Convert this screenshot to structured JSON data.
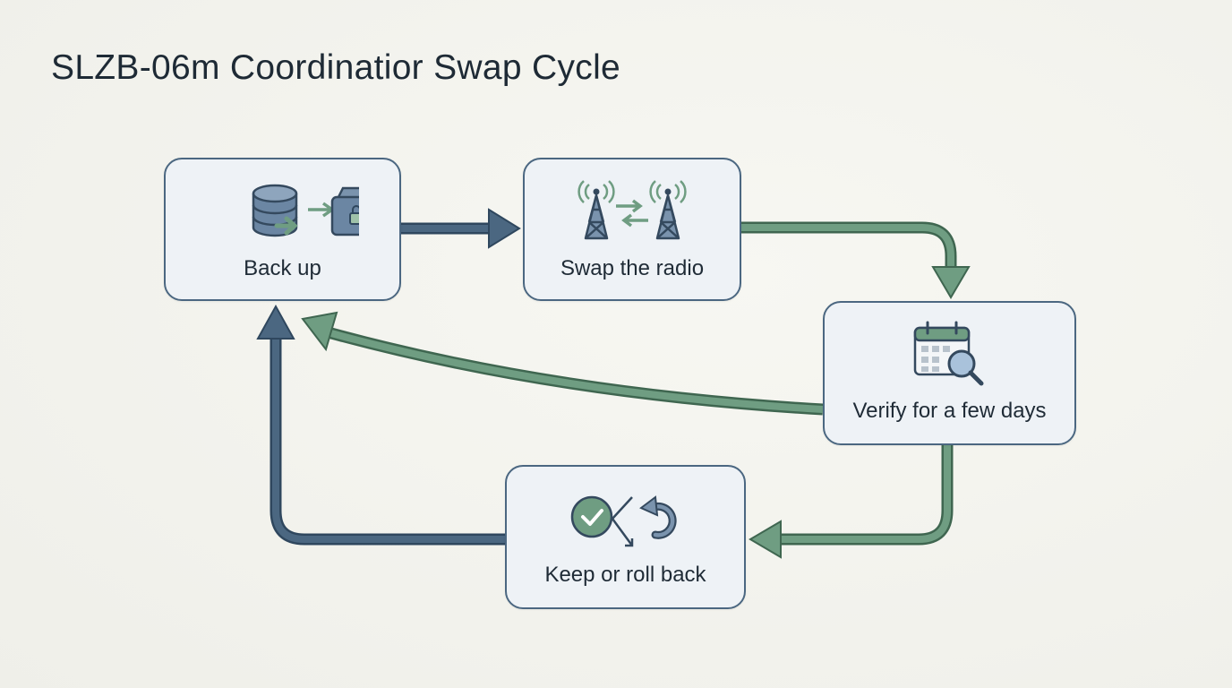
{
  "title": "SLZB-06m Coordinatior Swap Cycle",
  "colors": {
    "blue": "#4b6781",
    "green": "#6f9d82",
    "box_fill": "#eef2f6",
    "box_border": "#4b6781"
  },
  "nodes": {
    "backup": {
      "label": "Back up",
      "icons": [
        "database-icon",
        "arrow-right-icon",
        "locked-box-icon"
      ]
    },
    "swap": {
      "label": "Swap the radio",
      "icons": [
        "radio-tower-icon",
        "swap-arrows-icon",
        "radio-tower-icon"
      ]
    },
    "verify": {
      "label": "Verify for a few days",
      "icons": [
        "calendar-search-icon"
      ]
    },
    "keep": {
      "label": "Keep or roll back",
      "icons": [
        "checkmark-circle-icon",
        "branch-arrow-icon",
        "undo-icon"
      ]
    }
  },
  "edges": [
    {
      "from": "Back up",
      "to": "Swap the radio",
      "color": "blue"
    },
    {
      "from": "Swap the radio",
      "to": "Verify for a few days",
      "color": "green"
    },
    {
      "from": "Verify for a few days",
      "to": "Back up",
      "color": "green"
    },
    {
      "from": "Verify for a few days",
      "to": "Keep or roll back",
      "color": "green"
    },
    {
      "from": "Keep or roll back",
      "to": "Back up",
      "color": "blue"
    }
  ]
}
